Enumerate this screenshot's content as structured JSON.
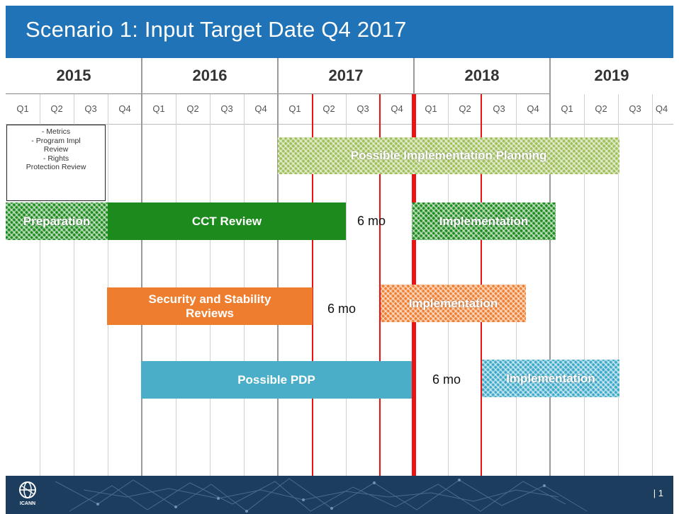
{
  "title": "Scenario 1: Input Target Date Q4 2017",
  "years": [
    "2015",
    "2016",
    "2017",
    "2018",
    "2019"
  ],
  "quarters": [
    "Q1",
    "Q2",
    "Q3",
    "Q4"
  ],
  "note": [
    "- Metrics",
    "- Program Impl",
    "Review",
    "- Rights",
    "Protection Review"
  ],
  "bars": {
    "planning": "Possible Implementation Planning",
    "preparation": "Preparation",
    "cct": "CCT Review",
    "cct_impl": "Implementation",
    "ssr_line1": "Security and Stability",
    "ssr_line2": "Reviews",
    "ssr_impl": "Implementation",
    "pdp": "Possible PDP",
    "pdp_impl": "Implementation"
  },
  "gaps": {
    "cct": "6 mo",
    "ssr": "6 mo",
    "pdp": "6 mo"
  },
  "footer": {
    "logo_text": "ICANN",
    "page_label": "| 1"
  },
  "colors": {
    "header": "#1f73b6",
    "green": "#1c8a1c",
    "light_green": "#9ebe58",
    "orange": "#ee7d2e",
    "teal": "#4aaec8",
    "red_line": "#ee1111",
    "footer": "#1c3d5e"
  }
}
